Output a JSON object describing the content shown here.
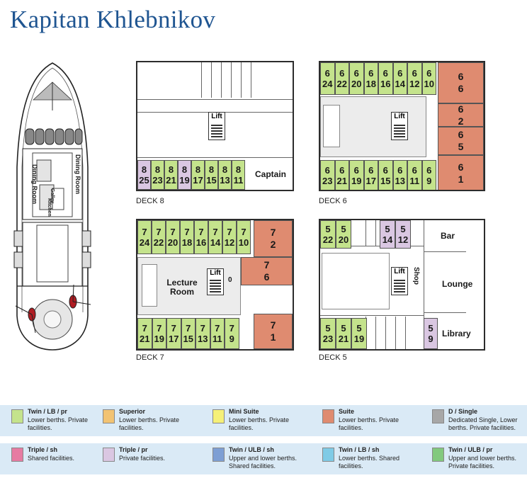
{
  "title": "Kapitan Khlebnikov",
  "colors": {
    "twin_lb_pr": "#c4e38c",
    "superior": "#f2c373",
    "mini_suite": "#f5f078",
    "suite": "#df8b70",
    "d_single": "#a7a7a7",
    "triple_sh": "#e67ba2",
    "triple_pr": "#dac7e2",
    "twin_ulb_sh": "#7e9fd4",
    "twin_lb_sh": "#7fcbe6",
    "twin_ulb_pr": "#82c97e",
    "title": "#1f5591"
  },
  "ship": {
    "dining_room": "Dining Room",
    "galley": "Galley",
    "kitchen": "Kitchen"
  },
  "decks": {
    "deck8": {
      "label": "DECK 8",
      "lift": "Lift",
      "captain": "Captain",
      "cabins": [
        {
          "d": "8",
          "n": "25",
          "c": "lilac"
        },
        {
          "d": "8",
          "n": "23",
          "c": "green"
        },
        {
          "d": "8",
          "n": "21",
          "c": "green"
        },
        {
          "d": "8",
          "n": "19",
          "c": "lilac"
        },
        {
          "d": "8",
          "n": "17",
          "c": "green"
        },
        {
          "d": "8",
          "n": "15",
          "c": "green"
        },
        {
          "d": "8",
          "n": "13",
          "c": "green"
        },
        {
          "d": "8",
          "n": "11",
          "c": "green"
        }
      ]
    },
    "deck6": {
      "label": "DECK 6",
      "lift": "Lift",
      "top": [
        {
          "d": "6",
          "n": "24"
        },
        {
          "d": "6",
          "n": "22"
        },
        {
          "d": "6",
          "n": "20"
        },
        {
          "d": "6",
          "n": "18"
        },
        {
          "d": "6",
          "n": "16"
        },
        {
          "d": "6",
          "n": "14"
        },
        {
          "d": "6",
          "n": "12"
        },
        {
          "d": "6",
          "n": "10"
        }
      ],
      "bottom": [
        {
          "d": "6",
          "n": "23"
        },
        {
          "d": "6",
          "n": "21"
        },
        {
          "d": "6",
          "n": "19"
        },
        {
          "d": "6",
          "n": "17"
        },
        {
          "d": "6",
          "n": "15"
        },
        {
          "d": "6",
          "n": "13"
        },
        {
          "d": "6",
          "n": "11"
        },
        {
          "d": "6",
          "n": "9"
        }
      ],
      "suites": [
        {
          "d": "6",
          "n": "6"
        },
        {
          "d": "6",
          "n": "2"
        },
        {
          "d": "6",
          "n": "5"
        },
        {
          "d": "6",
          "n": "1"
        }
      ]
    },
    "deck7": {
      "label": "DECK 7",
      "lift": "Lift",
      "lecture": "Lecture Room",
      "zero": "0",
      "top": [
        {
          "d": "7",
          "n": "24"
        },
        {
          "d": "7",
          "n": "22"
        },
        {
          "d": "7",
          "n": "20"
        },
        {
          "d": "7",
          "n": "18"
        },
        {
          "d": "7",
          "n": "16"
        },
        {
          "d": "7",
          "n": "14"
        },
        {
          "d": "7",
          "n": "12"
        },
        {
          "d": "7",
          "n": "10"
        }
      ],
      "bottom": [
        {
          "d": "7",
          "n": "21"
        },
        {
          "d": "7",
          "n": "19"
        },
        {
          "d": "7",
          "n": "17"
        },
        {
          "d": "7",
          "n": "15"
        },
        {
          "d": "7",
          "n": "13"
        },
        {
          "d": "7",
          "n": "11"
        },
        {
          "d": "7",
          "n": "9"
        }
      ],
      "suites": [
        {
          "d": "7",
          "n": "2"
        },
        {
          "d": "7",
          "n": "6"
        },
        {
          "d": "7",
          "n": "1"
        }
      ]
    },
    "deck5": {
      "label": "DECK 5",
      "lift": "Lift",
      "shop": "Shop",
      "bar": "Bar",
      "lounge": "Lounge",
      "library": "Library",
      "top": [
        {
          "d": "5",
          "n": "22",
          "c": "green"
        },
        {
          "d": "5",
          "n": "20",
          "c": "green"
        },
        {
          "d": "5",
          "n": "14",
          "c": "lilac"
        },
        {
          "d": "5",
          "n": "12",
          "c": "lilac"
        }
      ],
      "bottom": [
        {
          "d": "5",
          "n": "23",
          "c": "green"
        },
        {
          "d": "5",
          "n": "21",
          "c": "green"
        },
        {
          "d": "5",
          "n": "19",
          "c": "green"
        },
        {
          "d": "5",
          "n": "9",
          "c": "lilac"
        }
      ]
    }
  },
  "legend": [
    [
      {
        "key": "twin_lb_pr",
        "title": "Twin / LB / pr",
        "desc": "Lower berths. Private facilities."
      },
      {
        "key": "superior",
        "title": "Superior",
        "desc": "Lower berths. Private facilities."
      },
      {
        "key": "mini_suite",
        "title": "Mini Suite",
        "desc": "Lower berths. Private facilities."
      },
      {
        "key": "suite",
        "title": "Suite",
        "desc": "Lower berths. Private facilities."
      },
      {
        "key": "d_single",
        "title": "D / Single",
        "desc": "Dedicated Single, Lower berths. Private facilities."
      }
    ],
    [
      {
        "key": "triple_sh",
        "title": "Triple / sh",
        "desc": "Shared facilities."
      },
      {
        "key": "triple_pr",
        "title": "Triple / pr",
        "desc": "Private facilities."
      },
      {
        "key": "twin_ulb_sh",
        "title": "Twin / ULB / sh",
        "desc": "Upper and lower berths. Shared facilities."
      },
      {
        "key": "twin_lb_sh",
        "title": "Twin / LB / sh",
        "desc": "Lower berths. Shared facilities."
      },
      {
        "key": "twin_ulb_pr",
        "title": "Twin / ULB / pr",
        "desc": "Upper and lower berths. Private facilities."
      }
    ]
  ]
}
